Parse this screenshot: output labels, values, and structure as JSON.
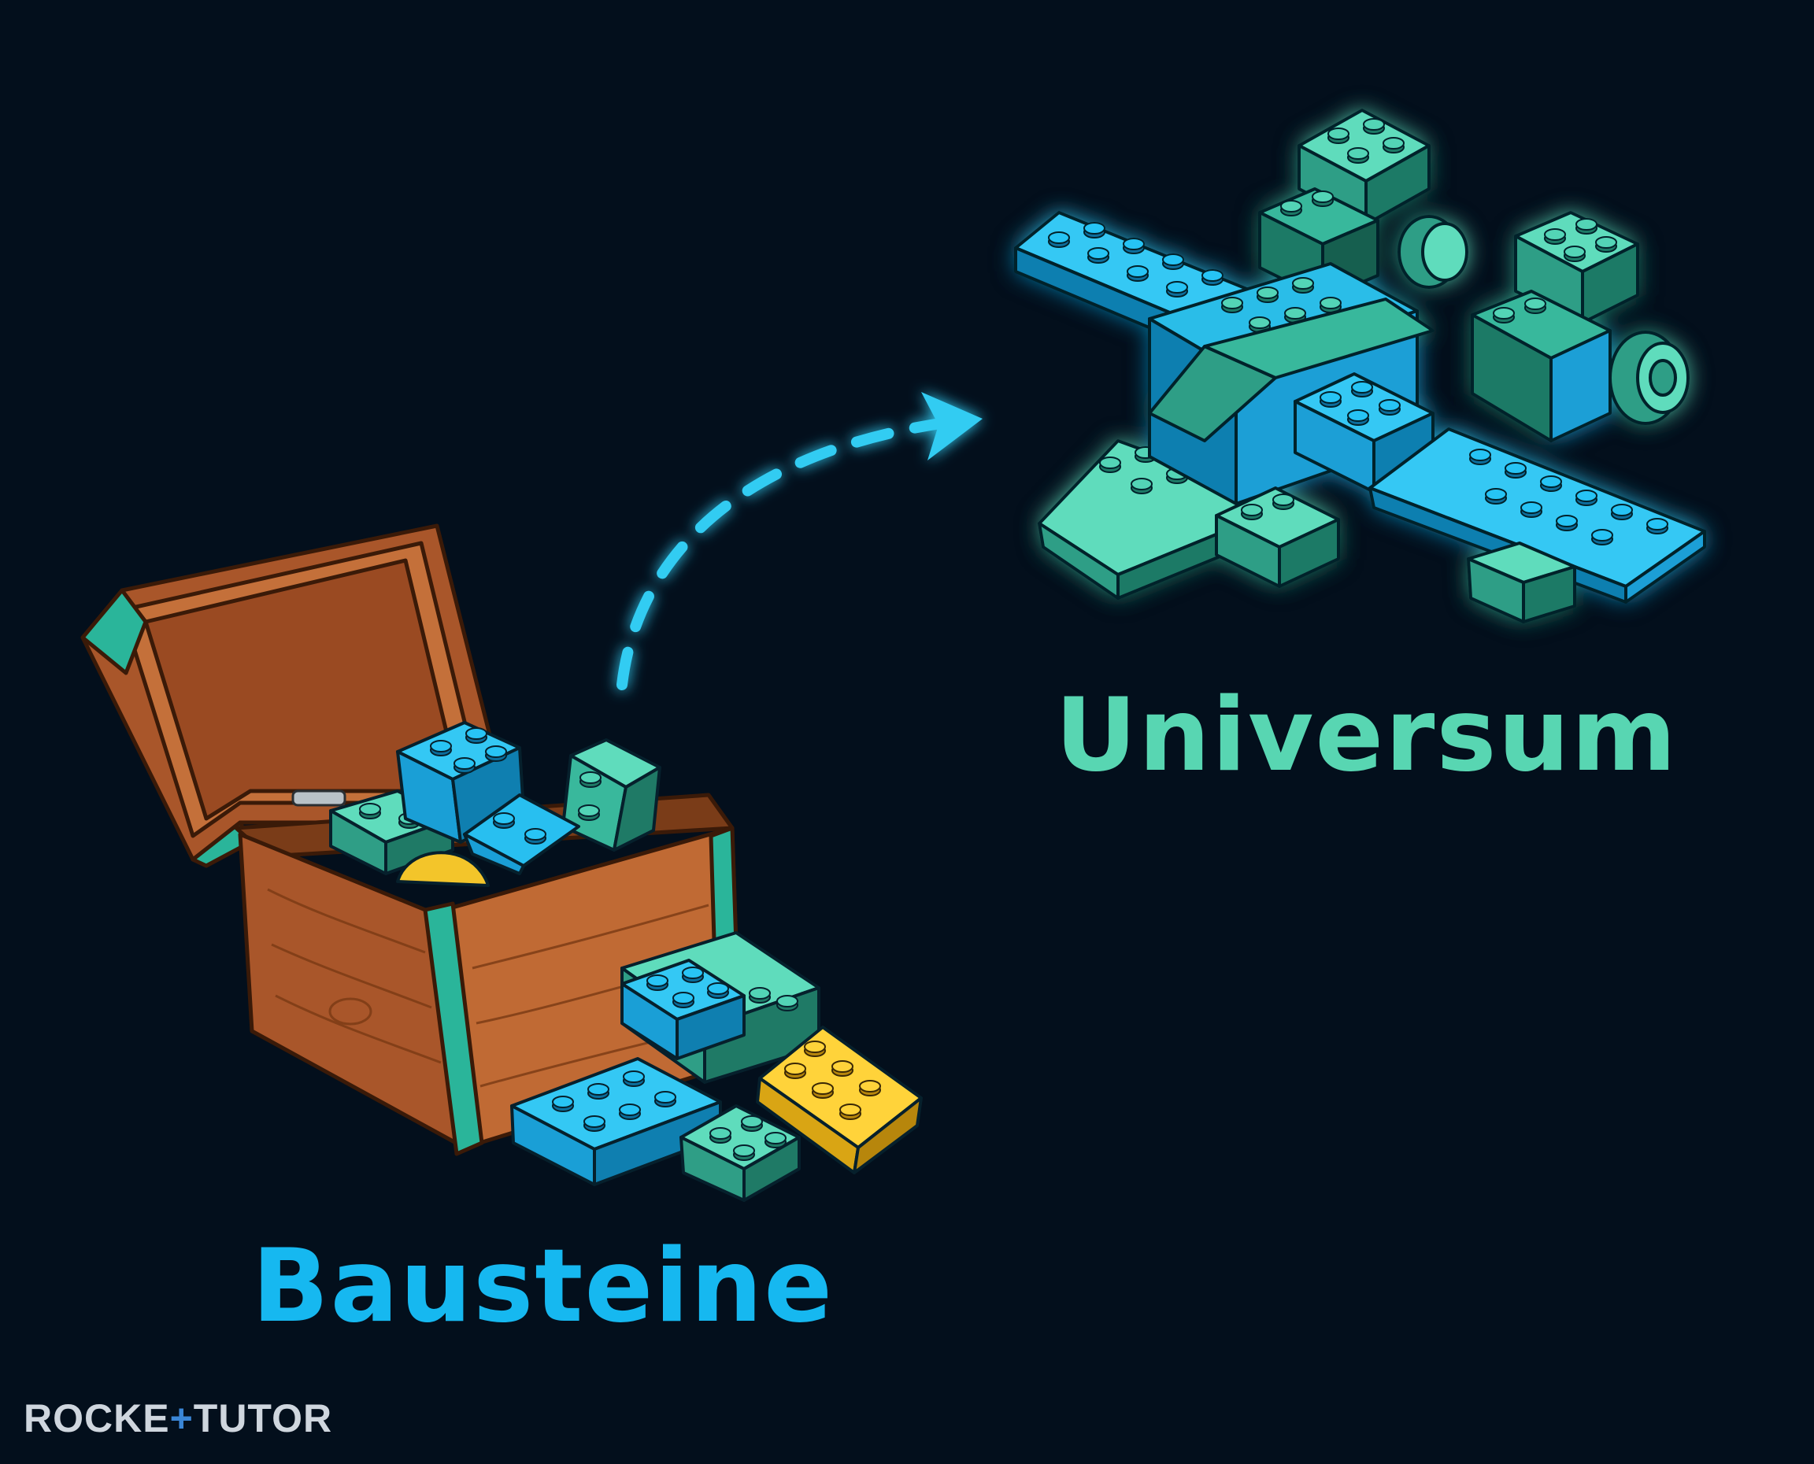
{
  "labels": {
    "blocks": "Bausteine",
    "universe": "Universum"
  },
  "logo": {
    "part1": "ROCKE",
    "plus": "+",
    "part2": "TUTO",
    "last": "R"
  },
  "colors": {
    "background": "#030f1c",
    "blocks_label": "#16b8f0",
    "universe_label": "#58d6b2",
    "arrow": "#33ccf2",
    "brick_blue": "#1ab0e8",
    "brick_teal": "#38b89c",
    "brick_yellow": "#f0c020",
    "chest_wood": "#b8652e"
  },
  "icons": {
    "chest": "toy-chest-icon",
    "spaceship": "brick-spaceship-icon",
    "arrow": "dashed-curved-arrow-icon"
  }
}
